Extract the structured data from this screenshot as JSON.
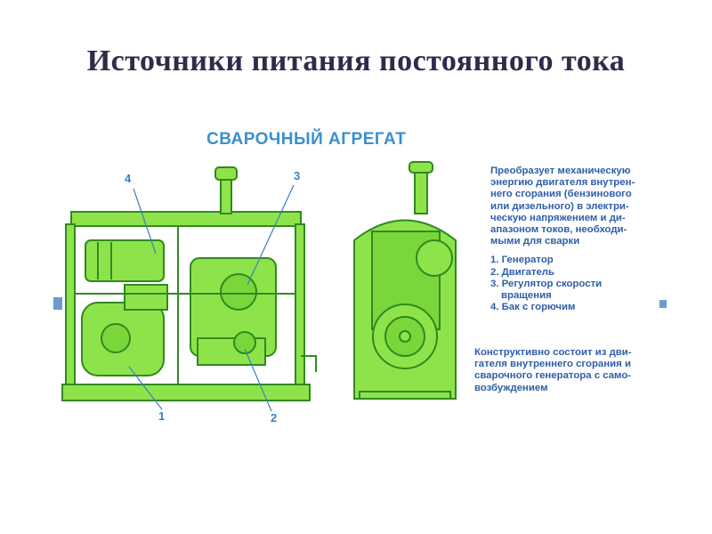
{
  "slide": {
    "title": "Источники питания постоянного тока"
  },
  "figure": {
    "heading": "СВАРОЧНЫЙ АГРЕГАТ",
    "callouts": [
      "4",
      "3",
      "1",
      "2"
    ],
    "description": [
      "Преобразует механическую",
      "энергию двигателя внутрен-",
      "него сгорания (бензинового",
      "или дизельного)  в электри-",
      "ческую напряжением и ди-",
      "апазоном токов, необходи-",
      "мыми для сварки"
    ],
    "parts": [
      "1. Генератор",
      "2. Двигатель",
      "3. Регулятор скорости",
      "    вращения",
      "4. Бак с горючим"
    ],
    "construction": [
      "Конструктивно состоит из дви-",
      "гателя внутреннего сгорания и",
      "сварочного генератора с само-",
      "возбуждением"
    ]
  },
  "colors": {
    "machine_green": "#8fe34a",
    "outline_green": "#2f8a1f",
    "label_blue": "#3a8fd0",
    "text_blue": "#2f5ea8",
    "title_dark": "#2b2d4a"
  }
}
